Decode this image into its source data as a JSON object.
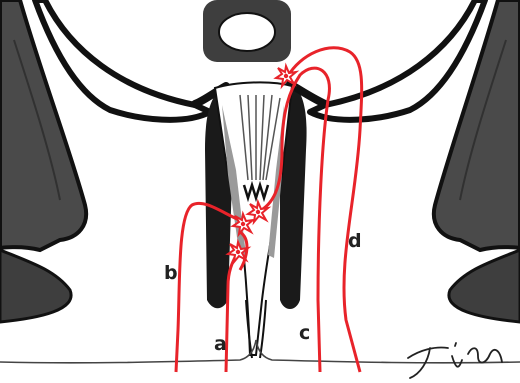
{
  "labels": {
    "a": "a",
    "b": "b",
    "c": "c",
    "d": "d"
  },
  "colors": {
    "tract": "#e8232a",
    "outline": "#111111",
    "tissue_dark": "#3e3e3e",
    "sphincter": "#9a9a9a",
    "background": "#ffffff"
  },
  "graphic": {
    "signature": "artist-signature",
    "abscess_marker": "starburst-icon"
  }
}
